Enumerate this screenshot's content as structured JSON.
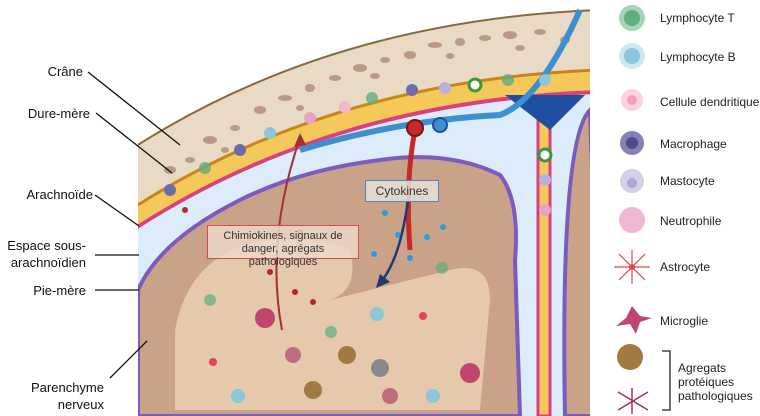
{
  "labels": {
    "crane": "Crâne",
    "dure_mere": "Dure-mère",
    "arachnoide": "Arachnoïde",
    "espace_1": "Espace sous-",
    "espace_2": "arachnoïdien",
    "pie_mere": "Pie-mère",
    "parenchyme_1": "Parenchyme",
    "parenchyme_2": "nerveux"
  },
  "annotations": {
    "cytokines": "Cytokines",
    "chimio_1": "Chimiokines, signaux de",
    "chimio_2": "danger, agrégats pathologiques"
  },
  "legend": {
    "items": [
      {
        "label": "Lymphocyte T",
        "icon": "lymphocyte-t-icon",
        "color": "#5fae7e"
      },
      {
        "label": "Lymphocyte B",
        "icon": "lymphocyte-b-icon",
        "color": "#8cc6d8"
      },
      {
        "label": "Cellule dendritique",
        "icon": "dendritic-cell-icon",
        "color": "#f5b6c8"
      },
      {
        "label": "Macrophage",
        "icon": "macrophage-icon",
        "color": "#6f6aa8"
      },
      {
        "label": "Mastocyte",
        "icon": "mastocyte-icon",
        "color": "#b8b2da"
      },
      {
        "label": "Neutrophile",
        "icon": "neutrophil-icon",
        "color": "#e6a2c8"
      },
      {
        "label": "Astrocyte",
        "icon": "astrocyte-icon",
        "color": "#e0474f"
      },
      {
        "label": "Microglie",
        "icon": "microglia-icon",
        "color": "#c2456f"
      }
    ],
    "aggregates_1": "Agregats",
    "aggregates_2": "protéiques",
    "aggregates_3": "pathologiques"
  },
  "colors": {
    "skull": "#e8dac5",
    "skull_spots": "#b89a85",
    "skull_edge": "#8a6a3a",
    "dura": "#f4c95a",
    "dura_edge": "#c8861a",
    "arachnoid": "#d8407e",
    "csf_space": "#dcecfb",
    "pia": "#7a5bbf",
    "parenchyma_dark": "#c9a288",
    "parenchyma_light": "#e6c8ad",
    "vein": "#3f8fd0",
    "artery": "#c52a2a",
    "cytokine_box": "#4a88c9",
    "chemokine_box": "#d1504f"
  }
}
